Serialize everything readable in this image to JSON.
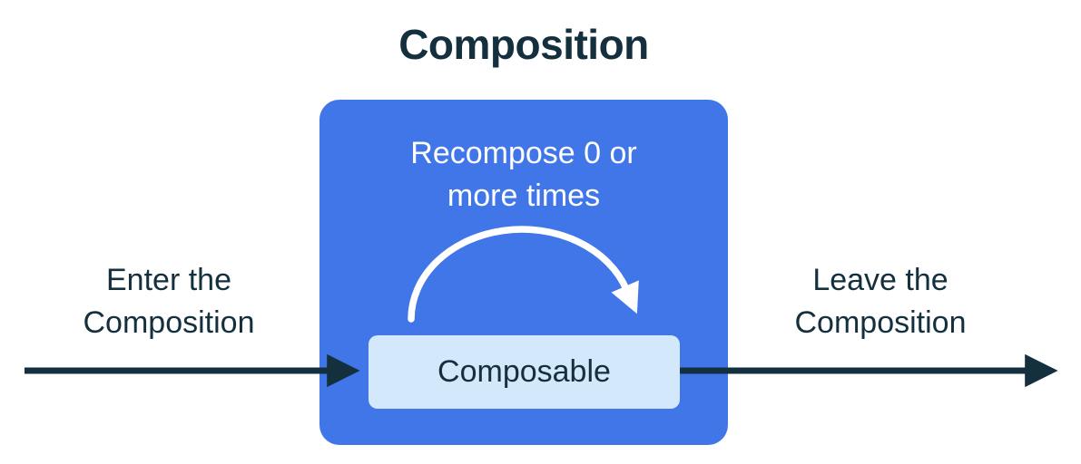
{
  "diagram": {
    "title": "Composition",
    "blue_box": {
      "recompose_lines": [
        "Recompose 0 or",
        "more times"
      ],
      "composable_label": "Composable"
    },
    "enter_lines": [
      "Enter the",
      "Composition"
    ],
    "leave_lines": [
      "Leave the",
      "Composition"
    ],
    "colors": {
      "navy": "#14303E",
      "blue": "#4176E8",
      "light_blue": "#D3E8FB",
      "arc_arrow": "#FFFFFF",
      "background": "#FFFFFF"
    }
  }
}
